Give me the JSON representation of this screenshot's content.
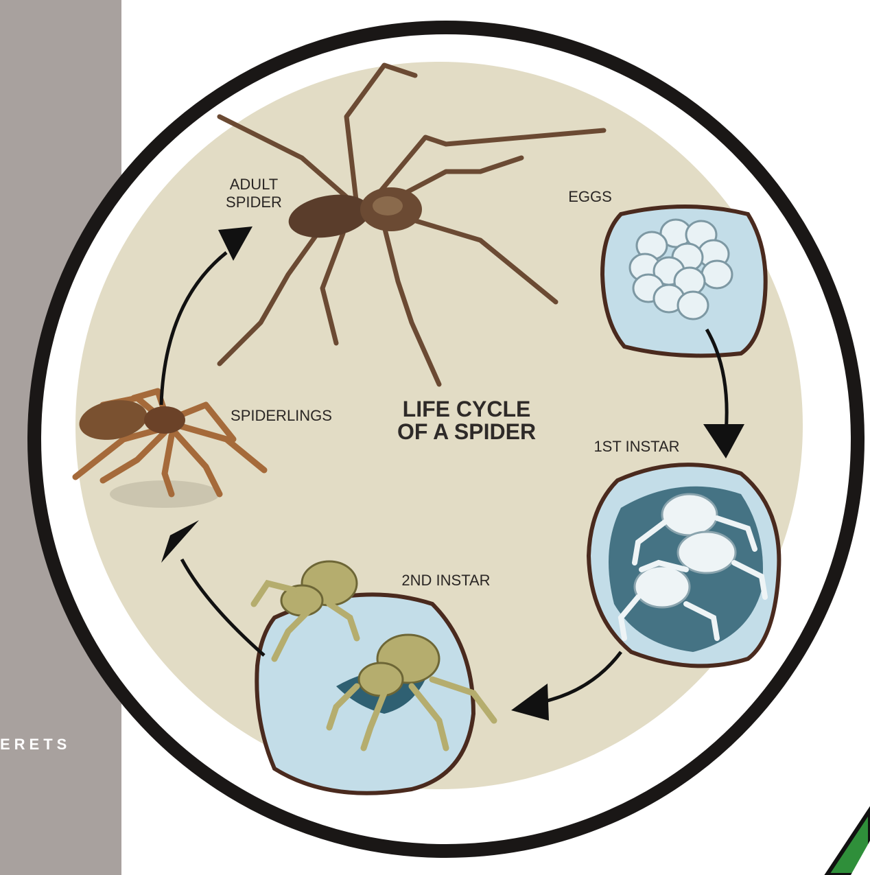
{
  "sidebar": {
    "text": "ERETS"
  },
  "diagram": {
    "title_line1": "LIFE CYCLE",
    "title_line2": "OF A SPIDER",
    "stages": {
      "adult_line1": "ADULT",
      "adult_line2": "SPIDER",
      "eggs": "EGGS",
      "first_instar": "1ST INSTAR",
      "second_instar": "2ND INSTAR",
      "spiderlings": "SPIDERLINGS"
    }
  },
  "colors": {
    "background_disc": "#e2dcc5",
    "ring": "#1a1716",
    "sidebar": "#a8a19e",
    "bubble_fill": "#c3dde8",
    "bubble_stroke": "#4a2a1e",
    "web_dark": "#2f6072",
    "instar_spider": "#b5ad6e",
    "spiderling": "#a56a3a",
    "adult_spider": "#5a3d2b",
    "arrow": "#111111"
  }
}
